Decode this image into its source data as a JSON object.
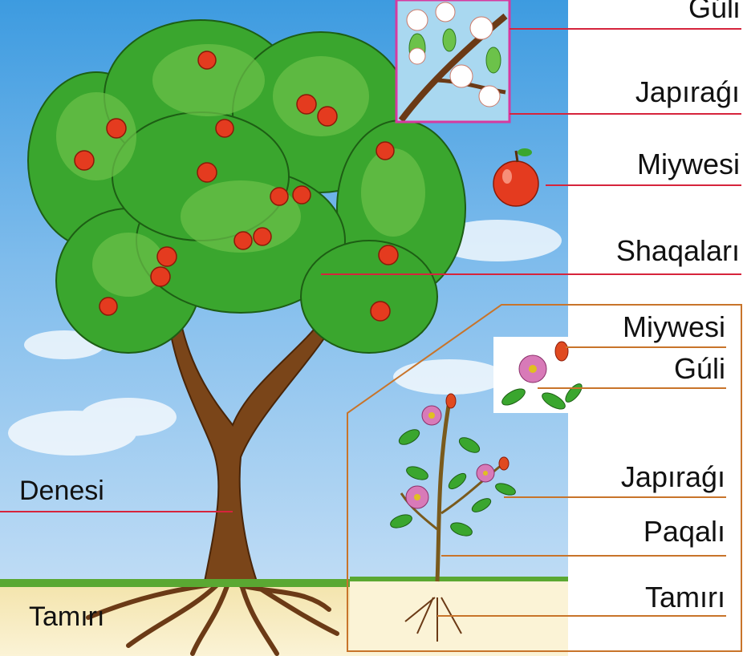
{
  "tree": {
    "flower_label": "Gúli",
    "leaf_label": "Japıraǵı",
    "fruit_label": "Miywesi",
    "branches_label": "Shaqaları",
    "trunk_label": "Denesi",
    "root_label": "Tamırı"
  },
  "rose": {
    "fruit_label": "Miywesi",
    "flower_label": "Gúli",
    "leaf_label": "Japıraǵı",
    "stem_label": "Paqalı",
    "root_label": "Tamırı"
  },
  "colors": {
    "tree_pointer_line": "#d6243c",
    "rose_pointer_line": "#c8742a",
    "inset_frame": "#d63aa0",
    "foliage": "#3aa62e",
    "apple": "#e43b1f"
  }
}
